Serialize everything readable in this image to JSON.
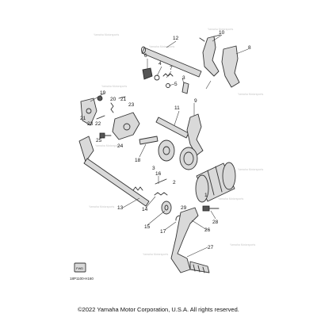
{
  "diagram": {
    "callouts": [
      "1",
      "2",
      "3",
      "4",
      "5",
      "6",
      "7",
      "8",
      "9",
      "10",
      "11",
      "12",
      "13",
      "14",
      "15",
      "16",
      "17",
      "18",
      "19",
      "20",
      "21",
      "22",
      "23",
      "24",
      "25",
      "26",
      "27",
      "28",
      "29"
    ],
    "fwd_label": "FWD",
    "ref_code": "18P1100-H160",
    "watermark": "Yamaha Motorsports",
    "copyright": "©2022 Yamaha Motor Corporation, U.S.A. All rights reserved."
  }
}
